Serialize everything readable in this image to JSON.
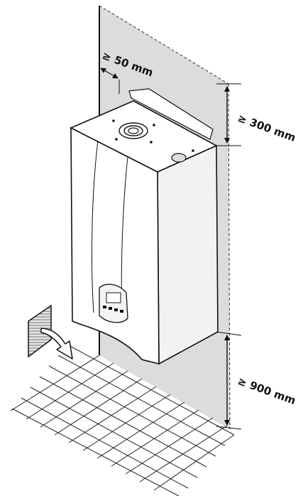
{
  "dimensions": {
    "side_clearance": "≥ 50 mm",
    "top_clearance": "≥ 300 mm",
    "bottom_clearance": "≥ 900 mm"
  },
  "colors": {
    "wall_zone": "#dcdcdc",
    "line": "#111111",
    "boiler_front": "#ffffff",
    "boiler_side": "#f2f2f2"
  },
  "icons": [
    "air-vent-grille-icon",
    "airflow-arrow-icon",
    "flue-outlet-icon",
    "control-panel-icon"
  ]
}
